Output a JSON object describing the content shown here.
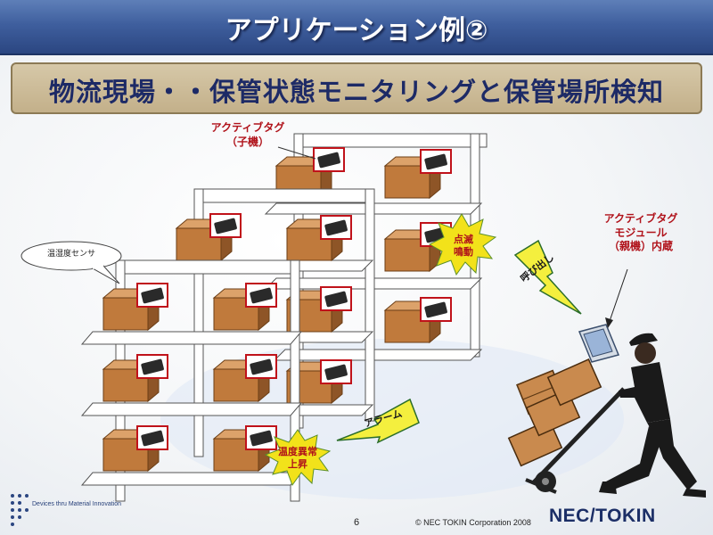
{
  "slide": {
    "title": "アプリケーション例②",
    "subtitle": "物流現場・・保管状態モニタリングと保管場所検知"
  },
  "labels": {
    "active_tag_child_line1": "アクティブタグ",
    "active_tag_child_line2": "（子機）",
    "sensor_bubble": "温湿度センサ",
    "module_line1": "アクティブタグ",
    "module_line2": "モジュール",
    "module_line3": "（親機）内蔵",
    "blink_line1": "点滅",
    "blink_line2": "鳴動",
    "call": "呼び出し",
    "alarm": "アラーム",
    "abnormal_line1": "温度異常",
    "abnormal_line2": "上昇"
  },
  "footer": {
    "tagline": "Devices thru Material Innovation",
    "page_number": "6",
    "copyright": "© NEC TOKIN Corporation 2008",
    "logo": "NEC/TOKIN"
  },
  "colors": {
    "title_bar": "#3f5f9e",
    "subtitle_bg": "#c3b08a",
    "subtitle_text": "#1d2a66",
    "label_red": "#b0121a",
    "box_brown": "#c07a3c",
    "burst_yellow": "#f2e21a",
    "arrow_green": "#f4ef3e"
  }
}
